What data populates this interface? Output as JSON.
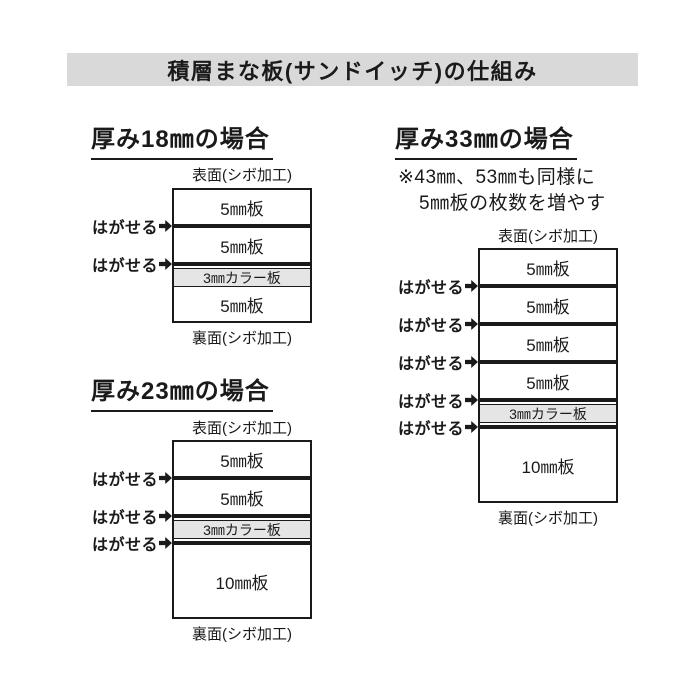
{
  "title": "積層まな板(サンドイッチ)の仕組み",
  "common": {
    "front_label": "表面(シボ加工)",
    "back_label": "裏面(シボ加工)",
    "peel_label": "はがせる"
  },
  "colors": {
    "title_bg": "#d9d9d9",
    "color_board_bg": "#e5e5e5",
    "line": "#1a1a1a"
  },
  "diagram_18mm": {
    "heading": "厚み18㎜の場合",
    "boards": [
      "5㎜板",
      "5㎜板",
      "3㎜カラー板",
      "5㎜板"
    ]
  },
  "diagram_23mm": {
    "heading": "厚み23㎜の場合",
    "boards": [
      "5㎜板",
      "5㎜板",
      "3㎜カラー板",
      "10㎜板"
    ]
  },
  "diagram_33mm": {
    "heading": "厚み33㎜の場合",
    "note_line1": "※43㎜、53㎜も同様に",
    "note_line2": "5㎜板の枚数を増やす",
    "boards": [
      "5㎜板",
      "5㎜板",
      "5㎜板",
      "5㎜板",
      "3㎜カラー板",
      "10㎜板"
    ]
  }
}
